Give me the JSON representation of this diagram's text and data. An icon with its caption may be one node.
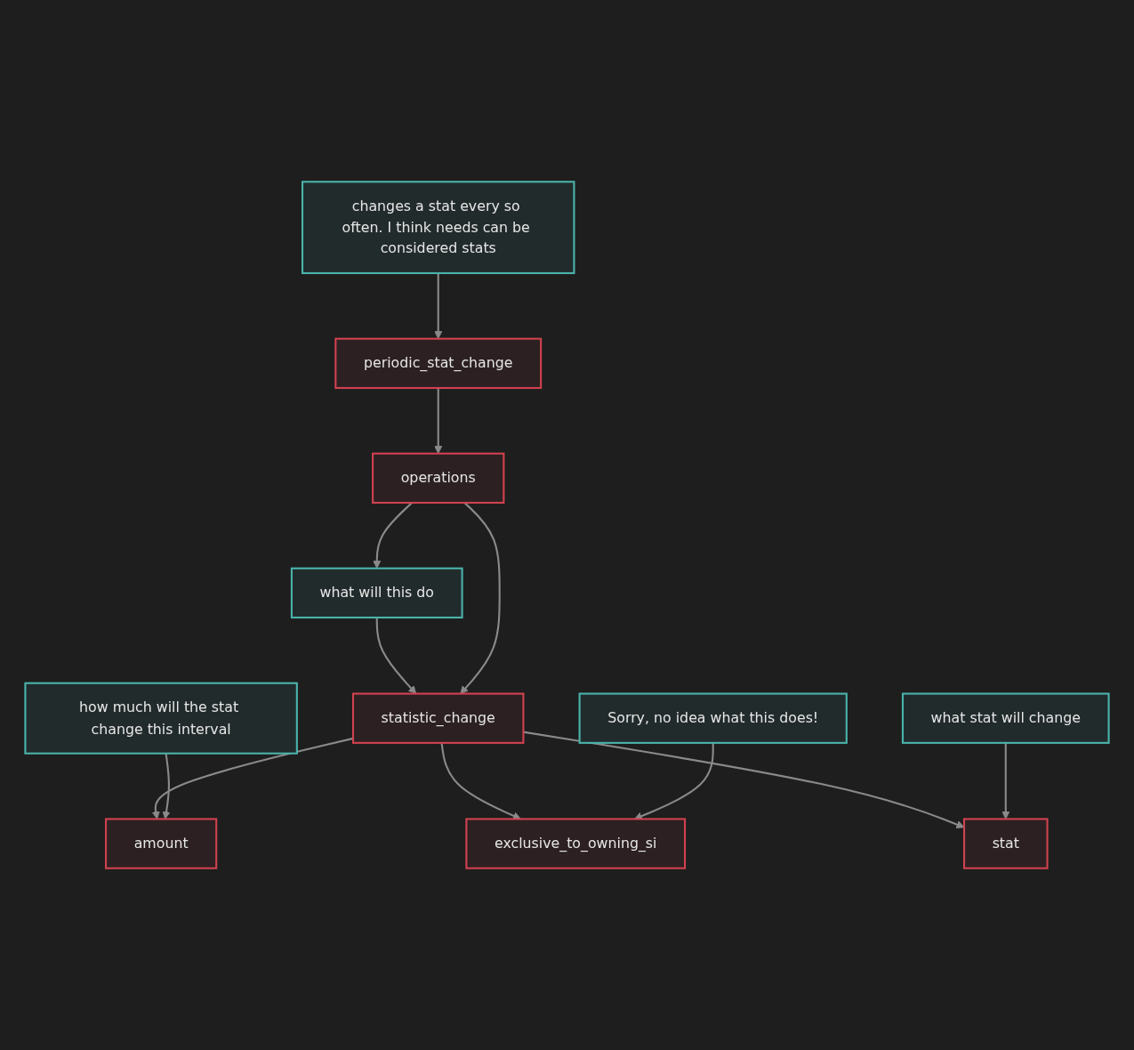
{
  "diagram": {
    "nodes": [
      {
        "text": [
          "periodic_stat_change"
        ]
      },
      {
        "text": [
          "changes a stat every so often. I think needs can be considered stats"
        ]
      },
      {
        "text": [
          "operations"
        ]
      },
      {
        "text": [
          "what will this do"
        ]
      },
      {
        "text": [
          "statistic_change"
        ]
      },
      {
        "text": [
          "amount"
        ]
      },
      {
        "text": [
          "exclusive_to_owning_si"
        ]
      },
      {
        "text": [
          "stat"
        ]
      },
      {
        "text": [
          "how much will the stat change this interval"
        ]
      },
      {
        "text": [
          "Sorry, no idea what this does!"
        ]
      },
      {
        "text": [
          "what stat will change"
        ]
      }
    ],
    "edges": [
      {
        "from": 1,
        "to": 0,
        "arrow": "to"
      },
      {
        "from": 0,
        "to": 2,
        "arrow": "to"
      },
      {
        "from": 2,
        "to": 3,
        "arrow": "to"
      },
      {
        "from": 3,
        "to": 4,
        "arrow": "to"
      },
      {
        "from": 2,
        "to": 4,
        "arrow": "to"
      },
      {
        "from": 4,
        "to": 5,
        "arrow": "to"
      },
      {
        "from": 4,
        "to": 6,
        "arrow": "to"
      },
      {
        "from": 4,
        "to": 7,
        "arrow": "to"
      },
      {
        "from": 8,
        "to": 5,
        "arrow": "to"
      },
      {
        "from": 9,
        "to": 6,
        "arrow": "to"
      },
      {
        "from": 10,
        "to": 7,
        "arrow": "to"
      }
    ]
  }
}
